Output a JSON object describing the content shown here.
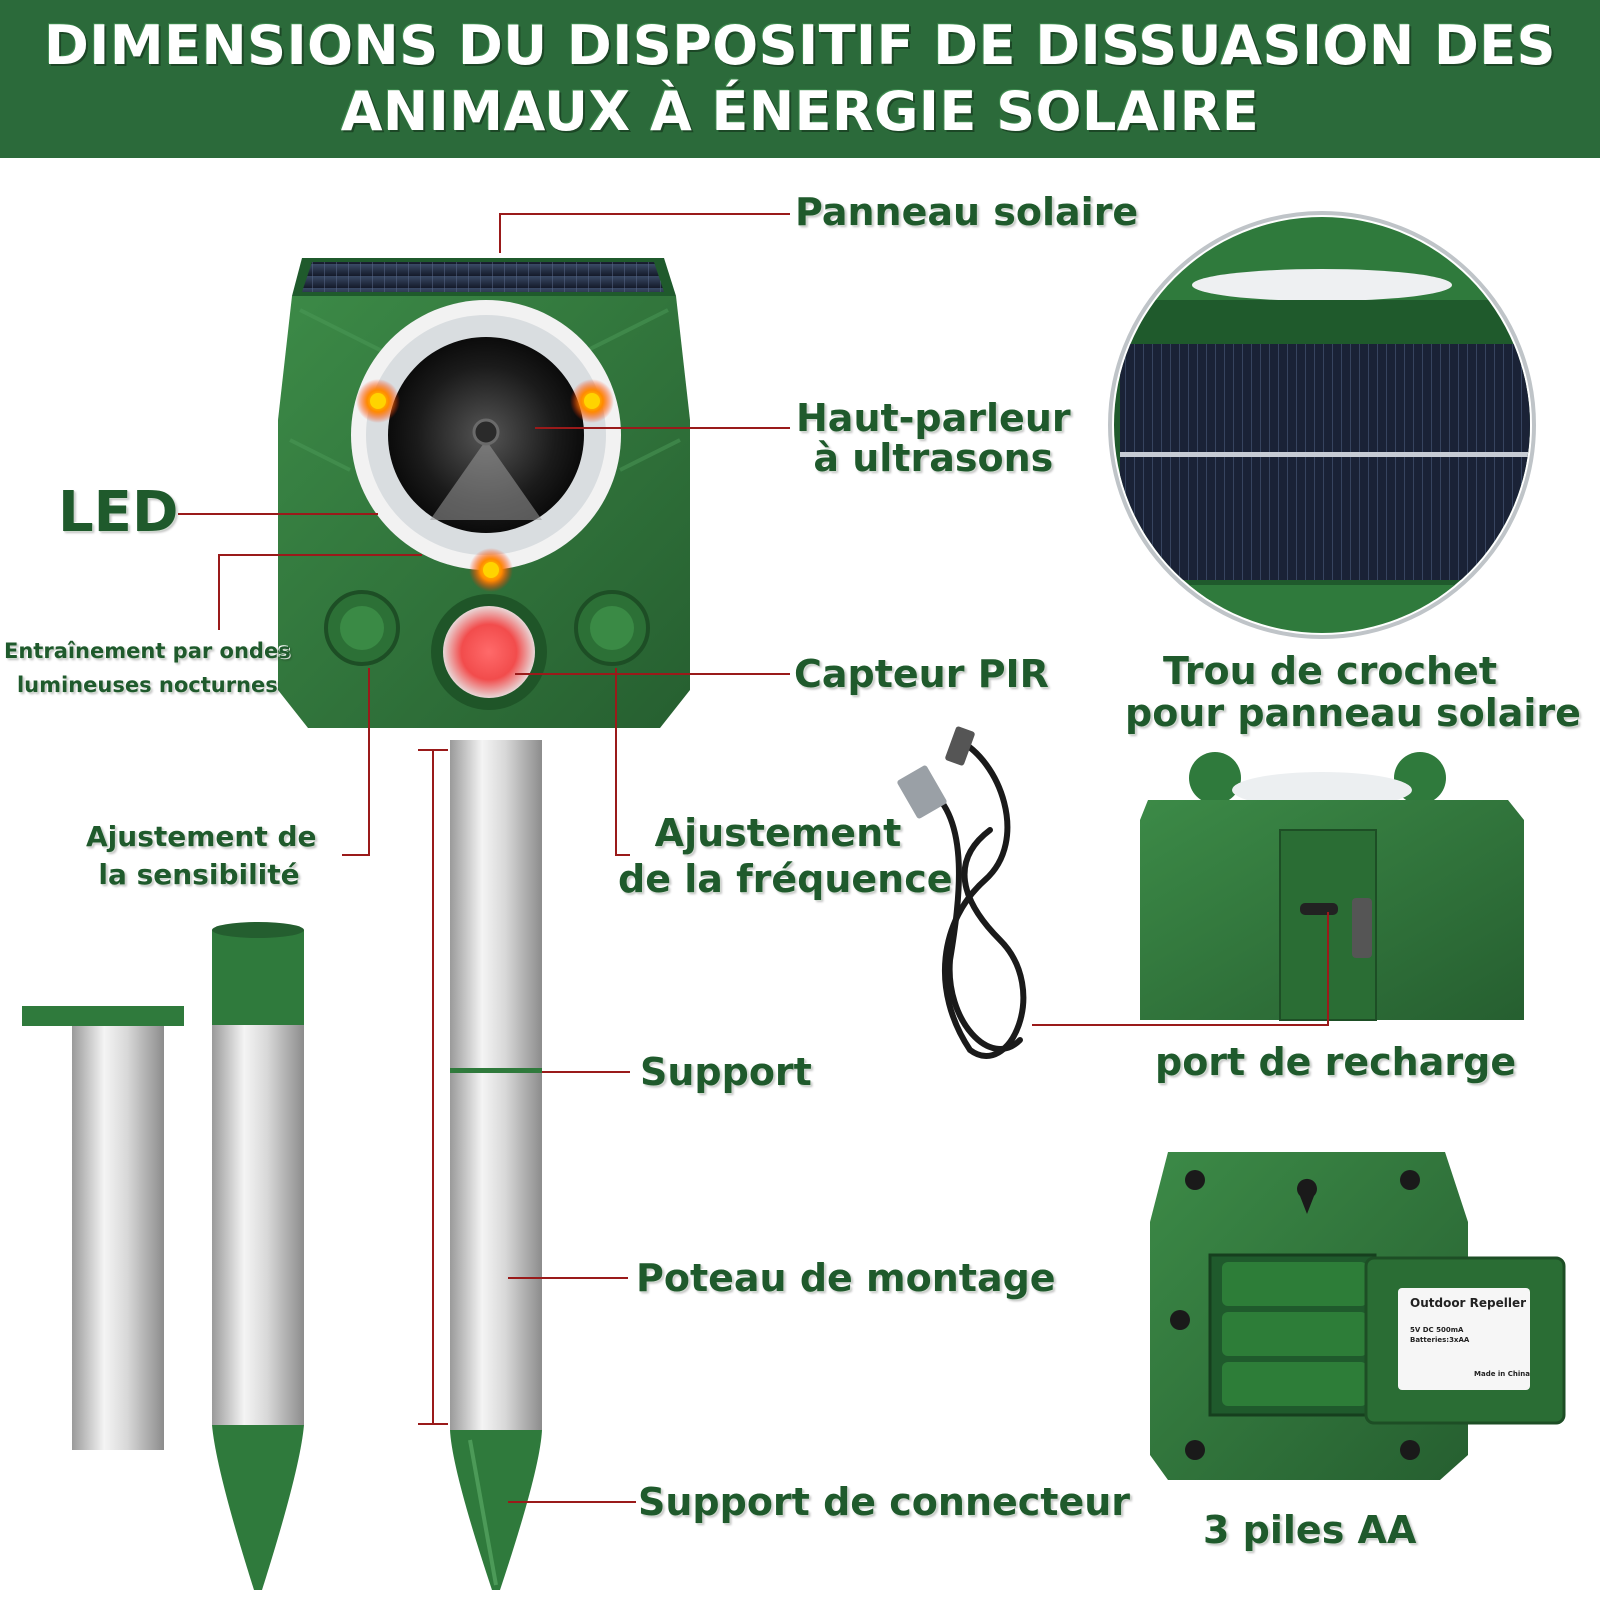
{
  "header": {
    "title_line1": "DIMENSIONS DU DISPOSITIF DE DISSUASION DES",
    "title_line2": "ANIMAUX À ÉNERGIE SOLAIRE"
  },
  "labels": {
    "panneau_solaire": "Panneau solaire",
    "haut_parleur_1": "Haut-parleur",
    "haut_parleur_2": "à ultrasons",
    "led": "LED",
    "entrainement_1": "Entraînement par ondes",
    "entrainement_2": "lumineuses nocturnes",
    "capteur_pir": "Capteur PIR",
    "trou_1": "Trou de crochet",
    "trou_2": "pour panneau solaire",
    "sensibilite_1": "Ajustement de",
    "sensibilite_2": "la sensibilité",
    "frequence_1": "Ajustement",
    "frequence_2": "de la fréquence",
    "port_recharge": "port de recharge",
    "support": "Support",
    "poteau": "Poteau de montage",
    "connecteur": "Support de connecteur",
    "piles": "3 piles AA"
  },
  "battery_sticker": {
    "title": "Outdoor Repeller",
    "line1": "5V  DC  500mA",
    "line2": "Batteries:3xAA",
    "made_in": "Made in China"
  },
  "colors": {
    "brand_green": "#2b6a3a",
    "device_green": "#2f7a3c",
    "label_green": "#1f5a2c",
    "leader_red": "#9a1a1a"
  }
}
